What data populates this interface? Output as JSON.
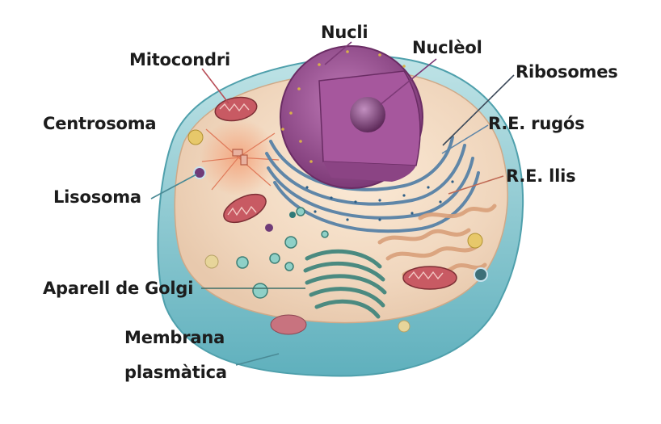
{
  "diagram": {
    "labels": {
      "nucli": "Nucli",
      "nucleol": "Nuclèol",
      "mitocondri": "Mitocondri",
      "ribosomes": "Ribosomes",
      "centrosoma": "Centrosoma",
      "re_rugos": "R.E. rugós",
      "re_llis": "R.E. llis",
      "lisosoma": "Lisosoma",
      "golgi": "Aparell de Golgi",
      "membrana_line1": "Membrana",
      "membrana_line2": "plasmàtica"
    },
    "colors": {
      "membrane": "#7fc3cc",
      "cytoplasm": "#f3dcc2",
      "nucleus": "#9b4f92",
      "nucleolus": "#7a3a74",
      "er_rough": "#5f86a8",
      "golgi": "#4b8a80",
      "mitochondria": "#b84d57"
    }
  }
}
